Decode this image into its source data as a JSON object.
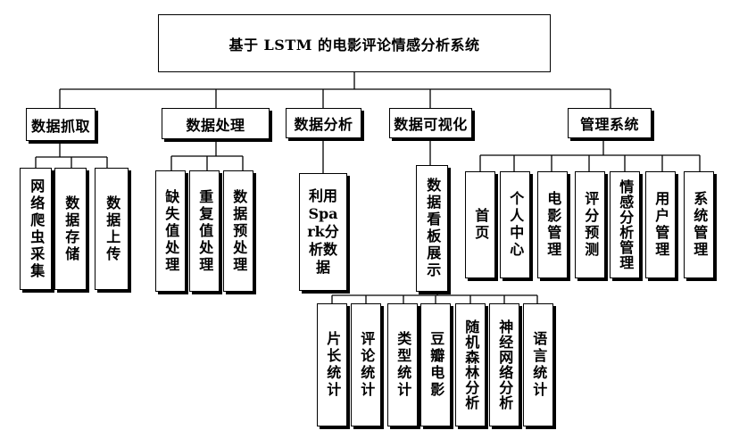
{
  "title": "基于 LSTM 的电影评论情感分析系统",
  "modules": [
    {
      "label": "数据抓取",
      "children": [
        "网络爬虫采集",
        "数据存储",
        "数据上传"
      ]
    },
    {
      "label": "数据处理",
      "children": [
        "缺失值处理",
        "重复值处理",
        "数据预处理"
      ]
    },
    {
      "label": "数据分析",
      "children": [
        "利用Spark分析数据"
      ]
    },
    {
      "label": "数据可视化",
      "children": [
        "数据看板展示"
      ]
    },
    {
      "label": "管理系统",
      "children": [
        "首页",
        "个人中心",
        "电影管理",
        "评分预测",
        "情感分析管理",
        "用户管理",
        "系统管理"
      ]
    }
  ],
  "dashboard_children": [
    "片长统计",
    "评论统计",
    "类型统计",
    "豆瓣电影",
    "随机森林分析",
    "神经网络分析",
    "语言统计"
  ]
}
